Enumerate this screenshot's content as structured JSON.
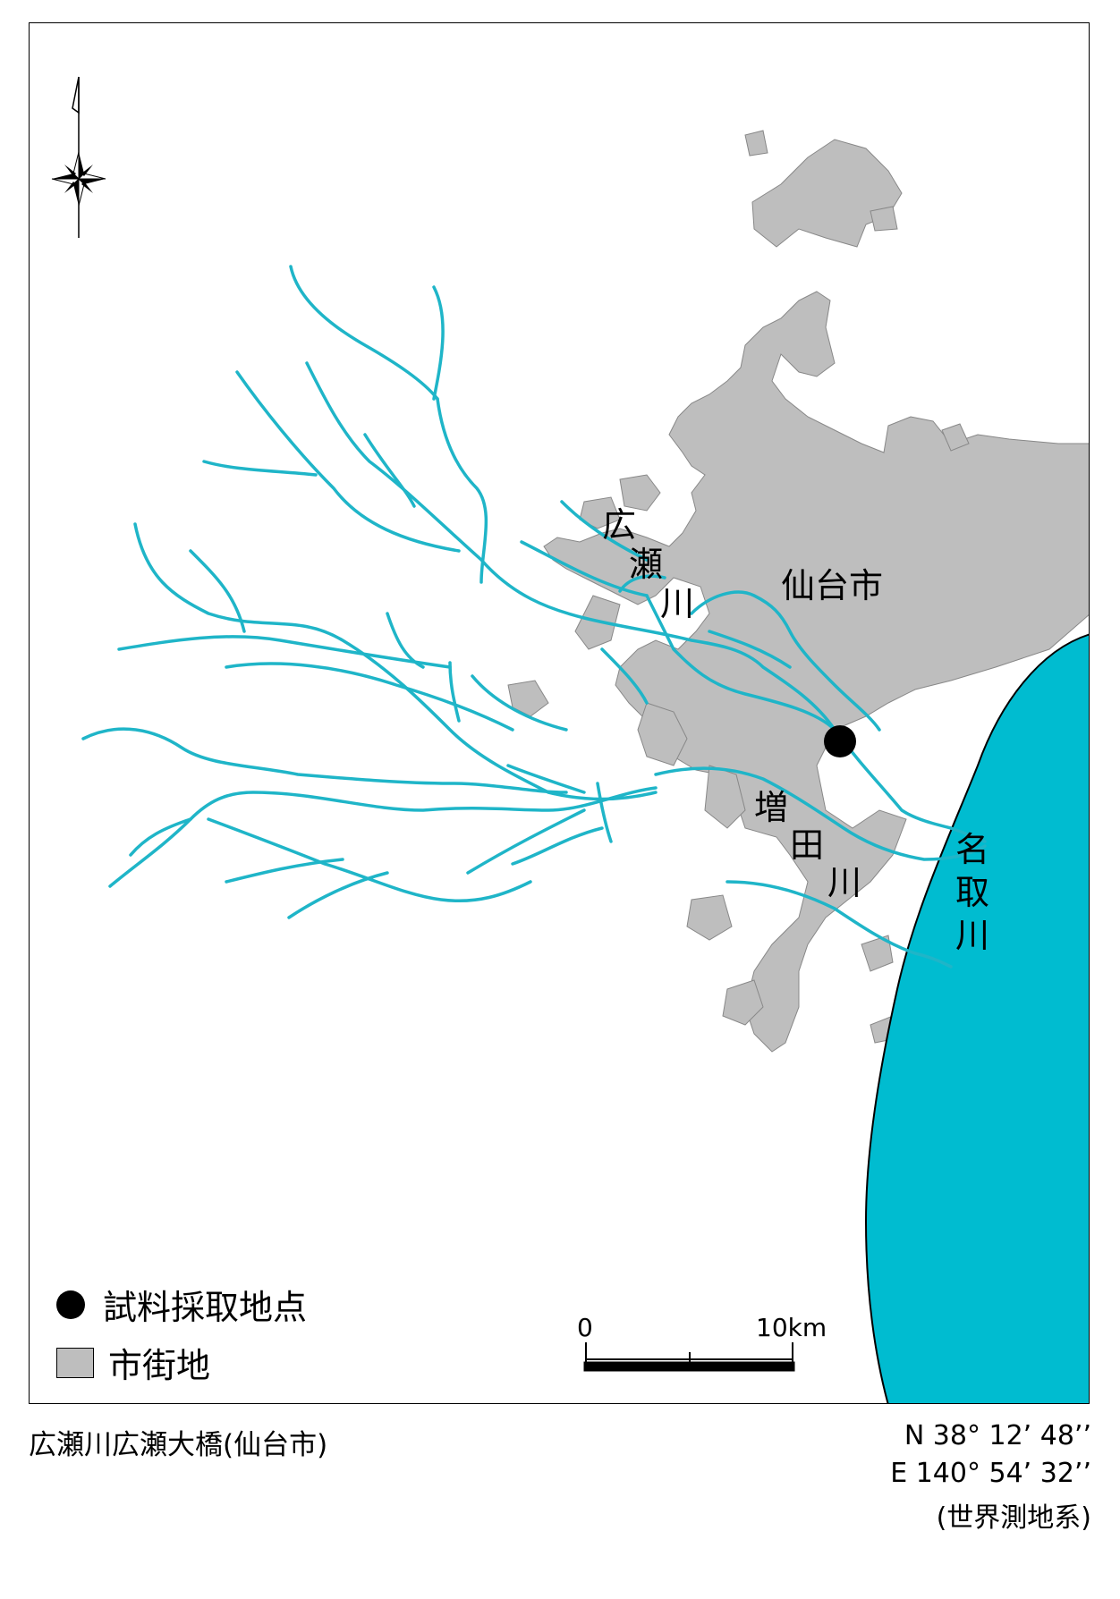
{
  "map": {
    "city_label": "仙台市",
    "rivers": {
      "hirose": [
        "広",
        "瀬",
        "川"
      ],
      "masuda": [
        "増",
        "田",
        "川"
      ],
      "natori": [
        "名",
        "取",
        "川"
      ]
    },
    "colors": {
      "river": "#1fb5c8",
      "sea": "#00bcd0",
      "urban": "#bebebe",
      "sample_point": "#000000"
    },
    "icons": [
      "north-arrow-icon",
      "compass-rose-icon"
    ]
  },
  "legend": {
    "sample_point": "試料採取地点",
    "urban_area": "市街地"
  },
  "scale": {
    "start": "0",
    "end": "10km"
  },
  "caption": "広瀬川広瀬大橋(仙台市)",
  "coordinates": {
    "lat": "N  38°  12’  48’’",
    "lon": "E 140°  54’  32’’",
    "datum": "(世界測地系)"
  }
}
